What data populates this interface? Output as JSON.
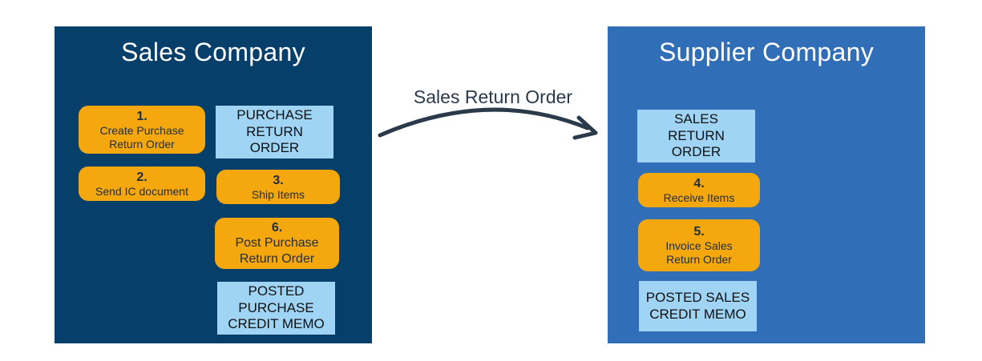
{
  "sales_company": {
    "title": "Sales Company",
    "color": "#073f6b",
    "steps": [
      {
        "num": "1.",
        "label": "Create Purchase\nReturn Order"
      },
      {
        "num": "2.",
        "label": "Send IC document"
      },
      {
        "num": "3.",
        "label": "Ship Items"
      },
      {
        "num": "6.",
        "label": "Post Purchase\nReturn Order"
      }
    ],
    "documents": [
      {
        "label": "PURCHASE\nRETURN\nORDER"
      },
      {
        "label": "POSTED\nPURCHASE\nCREDIT MEMO"
      }
    ]
  },
  "connector": {
    "label": "Sales Return Order",
    "icon": "curved-arrow-right-icon"
  },
  "supplier_company": {
    "title": "Supplier Company",
    "color": "#316eb8",
    "steps": [
      {
        "num": "4.",
        "label": "Receive Items"
      },
      {
        "num": "5.",
        "label": "Invoice Sales\nReturn Order"
      }
    ],
    "documents": [
      {
        "label": "SALES\nRETURN\nORDER"
      },
      {
        "label": "POSTED SALES\nCREDIT MEMO"
      }
    ]
  },
  "colors": {
    "step": "#f4a80d",
    "document": "#9fd4f5",
    "arrow": "#2b3a4a"
  }
}
